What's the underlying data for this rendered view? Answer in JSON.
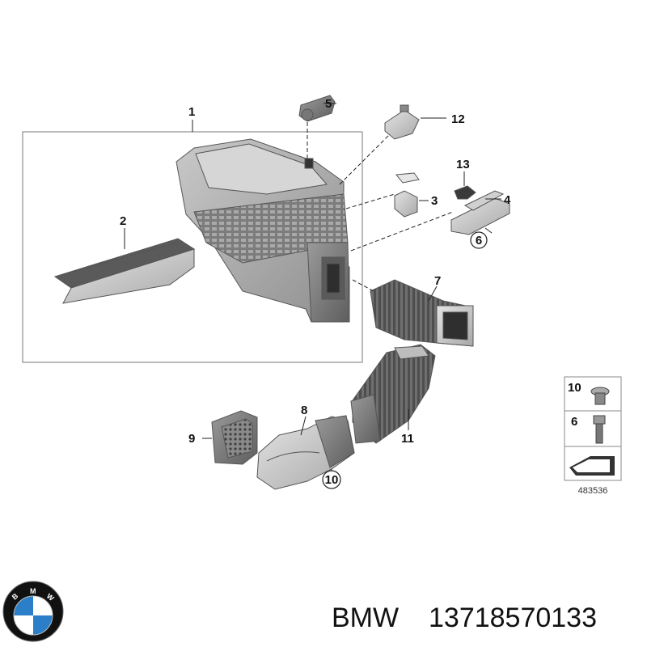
{
  "callouts": {
    "c1": "1",
    "c2": "2",
    "c3": "3",
    "c4": "4",
    "c5": "5",
    "c6": "6",
    "c7": "7",
    "c8": "8",
    "c9": "9",
    "c10": "10",
    "c11": "11",
    "c12": "12",
    "c13": "13",
    "c6_circle": "6",
    "c10_circle": "10"
  },
  "legend": {
    "item_a": "10",
    "item_b": "6"
  },
  "reference_number": "483536",
  "footer": {
    "brand": "BMW",
    "part_number": "13718570133"
  },
  "logo": {
    "letters": "BMW",
    "colors": {
      "blue": "#2a7fc8",
      "white": "#ffffff",
      "ring": "#111111"
    }
  }
}
